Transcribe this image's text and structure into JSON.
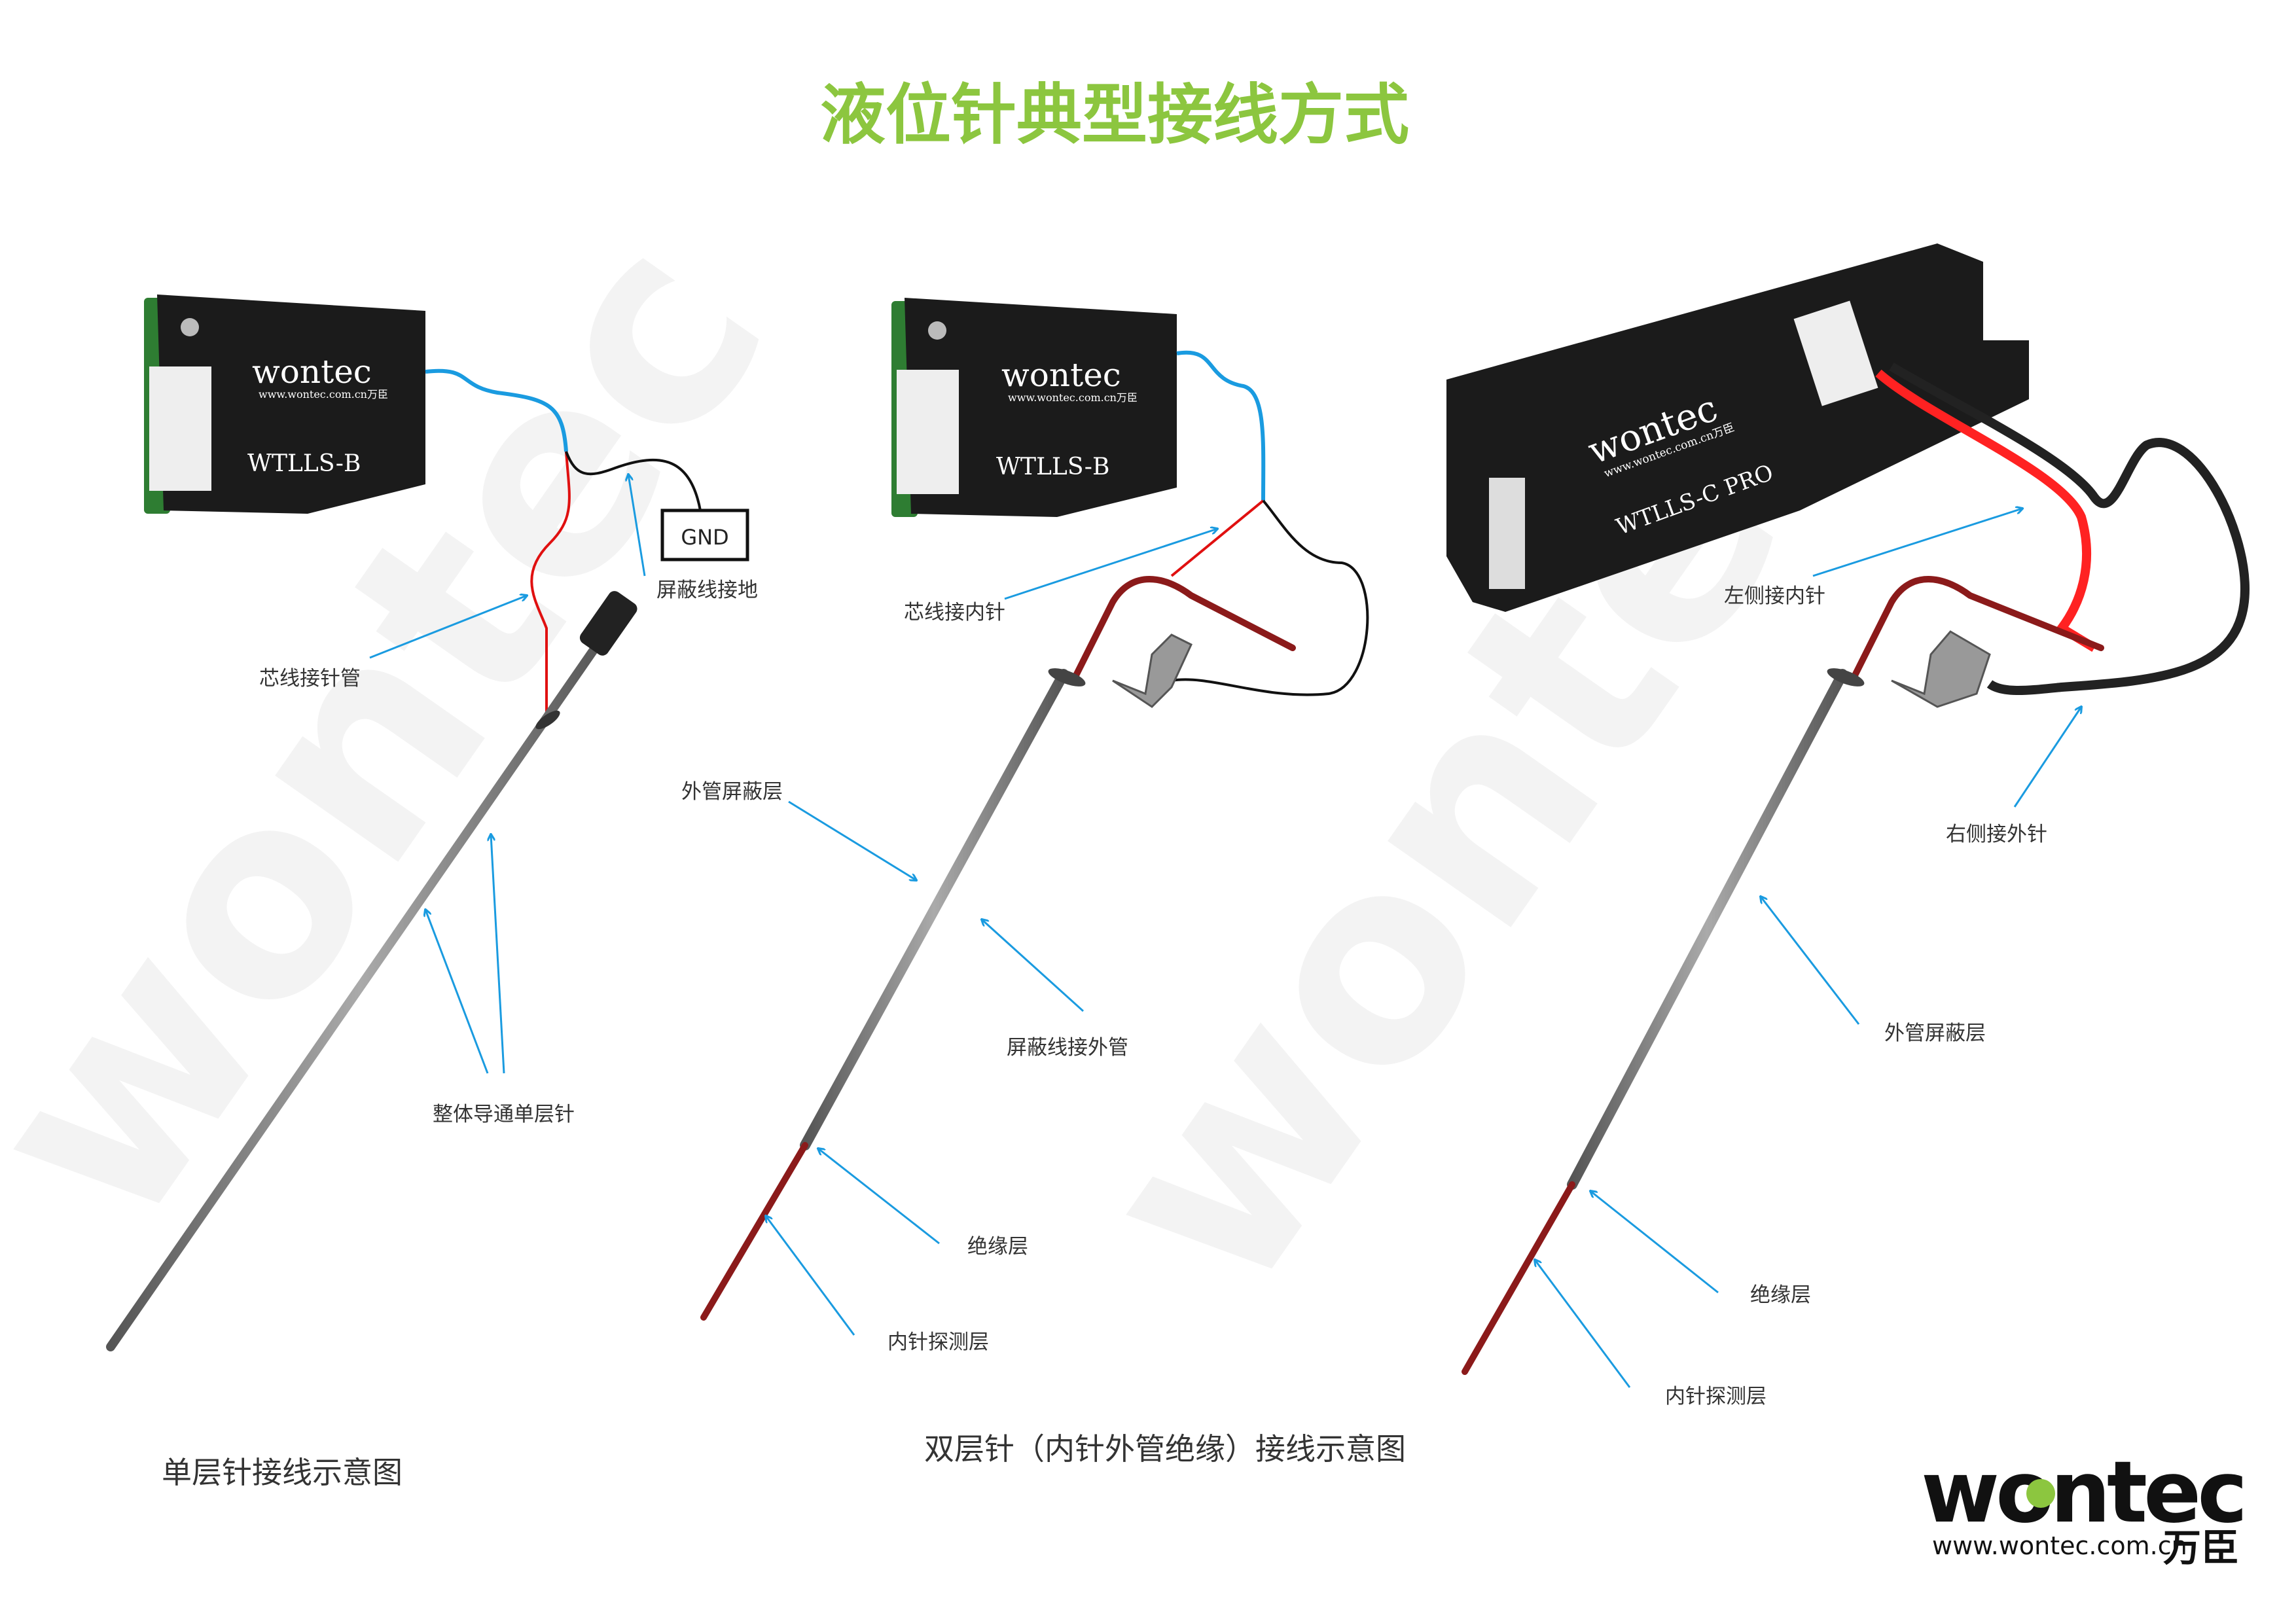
{
  "title": "液位针典型接线方式",
  "watermark": "wontec",
  "single": {
    "module_brand": "wontec",
    "module_url": "www.wontec.com.cn万臣",
    "module_model": "WTLLS-B",
    "gnd": "GND",
    "label_shield_ground": "屏蔽线接地",
    "label_core_to_tube": "芯线接针管",
    "label_single_layer": "整体导通单层针",
    "caption": "单层针接线示意图"
  },
  "double": {
    "module_brand": "wontec",
    "module_url": "www.wontec.com.cn万臣",
    "module_model": "WTLLS-B",
    "label_core_inner": "芯线接内针",
    "label_outer_shield": "外管屏蔽层",
    "label_shield_outer": "屏蔽线接外管",
    "label_insulation": "绝缘层",
    "label_inner_probe": "内针探测层",
    "caption": "双层针（内针外管绝缘）接线示意图"
  },
  "pro": {
    "module_brand": "wontec",
    "module_url": "www.wontec.com.cn万臣",
    "module_model": "WTLLS-C PRO",
    "label_left_inner": "左侧接内针",
    "label_right_outer": "右侧接外针",
    "label_outer_shield": "外管屏蔽层",
    "label_insulation": "绝缘层",
    "label_inner_probe": "内针探测层"
  },
  "logo": {
    "brand": "wontec",
    "url": "www.wontec.com.cn",
    "cn": "万臣"
  },
  "colors": {
    "title": "#8cc63f",
    "arrow": "#1a9be0",
    "red_wire": "#e01010",
    "blue_wire": "#1a9be0"
  }
}
